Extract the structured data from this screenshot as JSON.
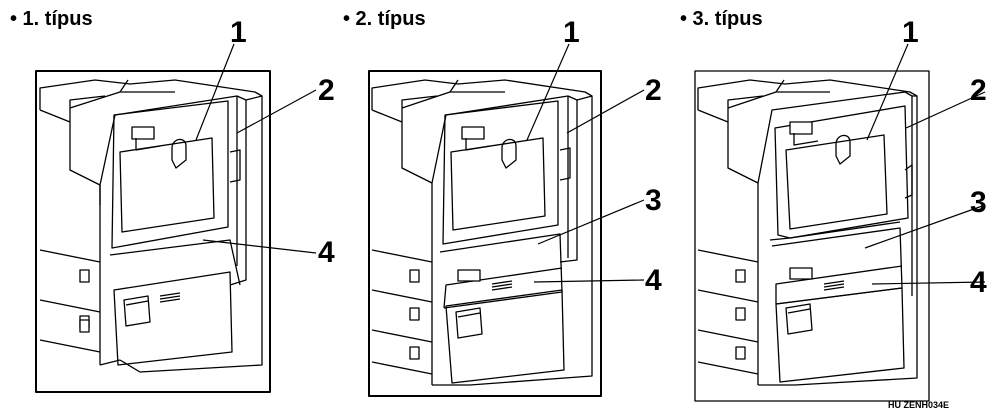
{
  "panels": [
    {
      "title": "• 1. típus",
      "labels": [
        "1",
        "2",
        "4"
      ]
    },
    {
      "title": "• 2. típus",
      "labels": [
        "1",
        "2",
        "3",
        "4"
      ]
    },
    {
      "title": "• 3. típus",
      "labels": [
        "1",
        "2",
        "3",
        "4"
      ]
    }
  ],
  "figure_code": "HU ZENH034E"
}
